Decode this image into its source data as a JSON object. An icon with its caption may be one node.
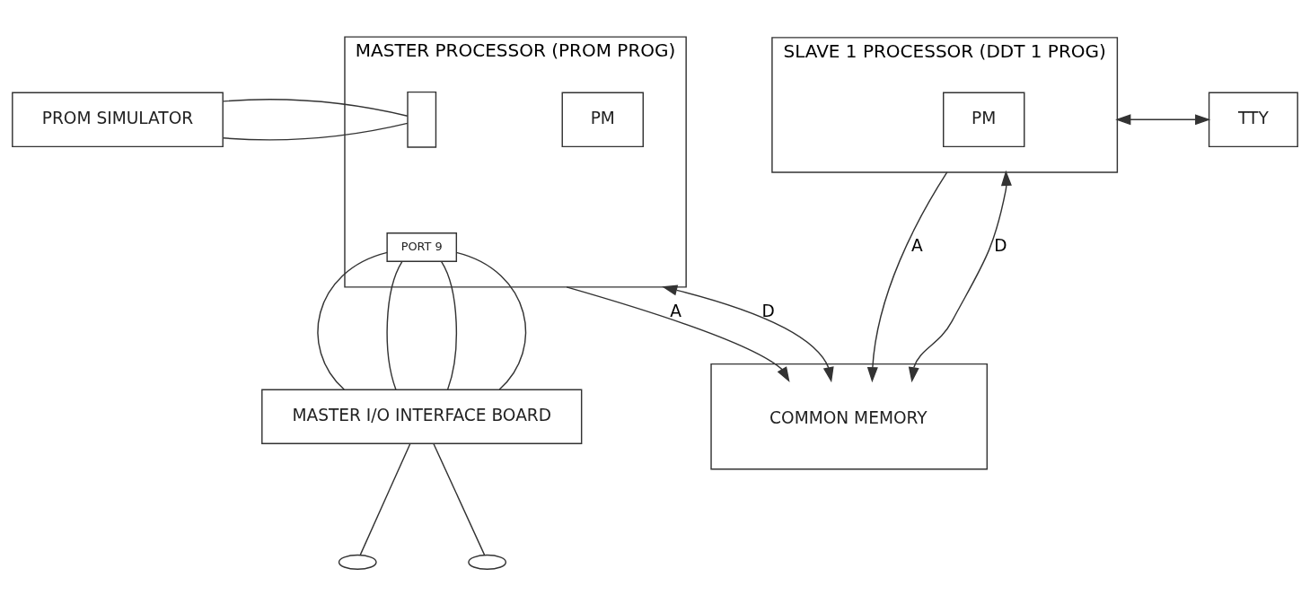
{
  "diagram": {
    "nodes": [
      {
        "text": [
          "PROM SIMULATOR"
        ]
      },
      {
        "text": [
          "MASTER PROCESSOR (PROM PROG)"
        ]
      },
      {
        "text": [
          "PM"
        ],
        "in": 1
      },
      {
        "text": [],
        "shape": "box",
        "in": 1
      },
      {
        "text": [
          "PORT 9"
        ],
        "in": 1
      },
      {
        "text": [
          "SLAVE 1 PROCESSOR (DDT 1 PROG)"
        ]
      },
      {
        "text": [
          "PM"
        ],
        "in": 5
      },
      {
        "text": [
          "TTY"
        ]
      },
      {
        "text": [
          "MASTER I/O INTERFACE BOARD"
        ]
      },
      {
        "text": [
          "COMMON MEMORY"
        ]
      }
    ],
    "edges": [
      {
        "from": 0,
        "to": 3,
        "arrow": "none"
      },
      {
        "from": 0,
        "to": 3,
        "arrow": "none"
      },
      {
        "from": 4,
        "to": 8,
        "arrow": "none"
      },
      {
        "from": 4,
        "to": 8,
        "arrow": "none"
      },
      {
        "from": 4,
        "to": 8,
        "arrow": "none"
      },
      {
        "from": 4,
        "to": 8,
        "arrow": "none"
      },
      {
        "from": 1,
        "to": 9,
        "arrow": "to",
        "label": "A"
      },
      {
        "from": 1,
        "to": 9,
        "arrow": "both",
        "label": "D"
      },
      {
        "from": 5,
        "to": 9,
        "arrow": "to",
        "label": "A"
      },
      {
        "from": 5,
        "to": 9,
        "arrow": "both",
        "label": "D"
      },
      {
        "from": 5,
        "to": 7,
        "arrow": "both"
      },
      {
        "from": 8,
        "to": null,
        "arrow": "none"
      },
      {
        "from": 8,
        "to": null,
        "arrow": "none"
      }
    ]
  }
}
